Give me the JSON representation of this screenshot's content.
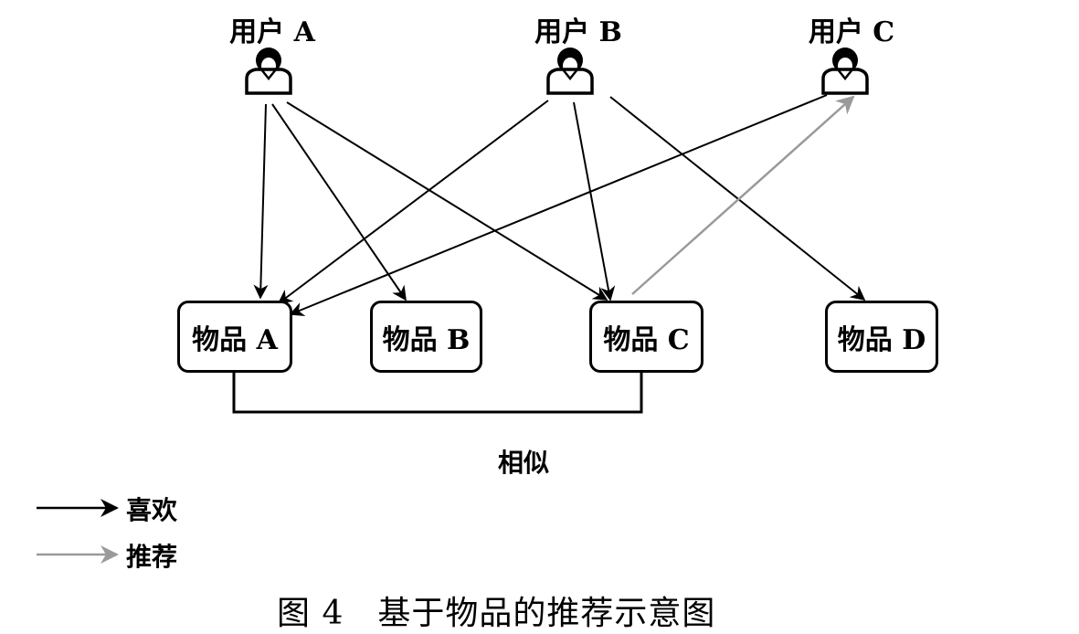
{
  "users": [
    {
      "id": "a",
      "label": "用户 A",
      "icon": "user-icon"
    },
    {
      "id": "b",
      "label": "用户 B",
      "icon": "user-icon"
    },
    {
      "id": "c",
      "label": "用户 C",
      "icon": "user-icon"
    }
  ],
  "items": [
    {
      "id": "a",
      "label": "物品 A"
    },
    {
      "id": "b",
      "label": "物品 B"
    },
    {
      "id": "c",
      "label": "物品 C"
    },
    {
      "id": "d",
      "label": "物品 D"
    }
  ],
  "relations": [
    {
      "from": "user-a",
      "to": "item-a",
      "type": "like"
    },
    {
      "from": "user-a",
      "to": "item-b",
      "type": "like"
    },
    {
      "from": "user-a",
      "to": "item-c",
      "type": "like"
    },
    {
      "from": "user-b",
      "to": "item-a",
      "type": "like"
    },
    {
      "from": "user-b",
      "to": "item-c",
      "type": "like"
    },
    {
      "from": "user-b",
      "to": "item-d",
      "type": "like"
    },
    {
      "from": "user-c",
      "to": "item-a",
      "type": "like"
    },
    {
      "from": "item-c",
      "to": "user-c",
      "type": "recommend"
    }
  ],
  "similarity": {
    "between": [
      "item-a",
      "item-c"
    ],
    "label": "相似"
  },
  "legend": [
    {
      "type": "like",
      "label": "喜欢",
      "color": "#000000"
    },
    {
      "type": "recommend",
      "label": "推荐",
      "color": "#9a9a9a"
    }
  ],
  "caption": "图 4　基于物品的推荐示意图"
}
